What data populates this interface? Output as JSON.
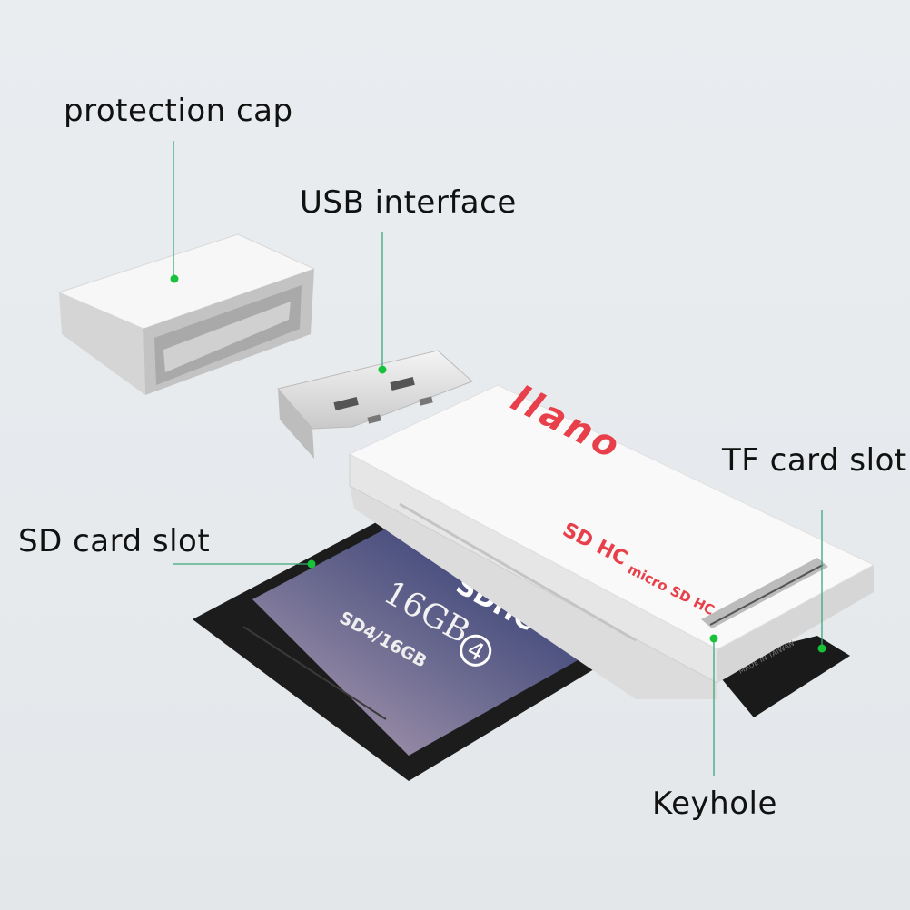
{
  "labels": {
    "protection_cap": "protection cap",
    "usb_interface": "USB interface",
    "tf_card_slot": "TF card slot",
    "sd_card_slot": "SD card slot",
    "keyhole": "Keyhole"
  },
  "reader": {
    "brand": "llano",
    "sd_logo": "SD HC",
    "micro_logo": "micro SD HC"
  },
  "sd_card": {
    "capacity": "16GB",
    "logo": "SDHC",
    "speed_class": "4",
    "model": "SD4/16GB"
  },
  "tf_card": {
    "text": "MADE IN TAIWAN"
  },
  "colors": {
    "callout_line": "#3aa87a",
    "callout_dot": "#18c23a",
    "brand_red": "#e8404a"
  }
}
